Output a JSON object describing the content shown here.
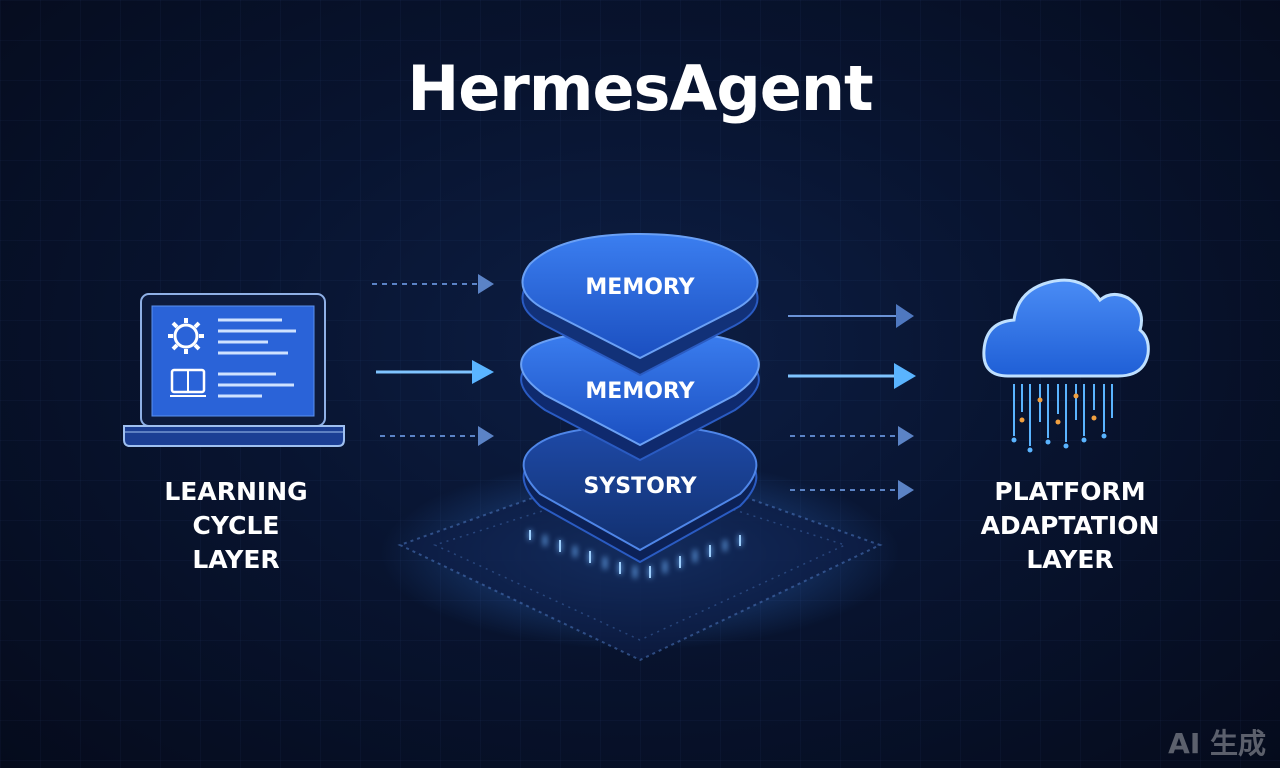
{
  "title": "HermesAgent",
  "left_label_lines": [
    "LEARNING",
    "CYCLE",
    "LAYER"
  ],
  "right_label_lines": [
    "PLATFORM",
    "ADAPTATION",
    "LAYER"
  ],
  "stack_layers": [
    "MEMORY",
    "MEMORY",
    "SYSTORY"
  ],
  "watermark": "AI 生成",
  "colors": {
    "background": "#081430",
    "accent": "#2f6fe0",
    "glow": "#4aa3ff",
    "orange_dot": "#f0a040"
  },
  "icons": [
    "laptop-icon",
    "gear-icon",
    "book-icon",
    "cloud-icon",
    "chip-platform"
  ]
}
